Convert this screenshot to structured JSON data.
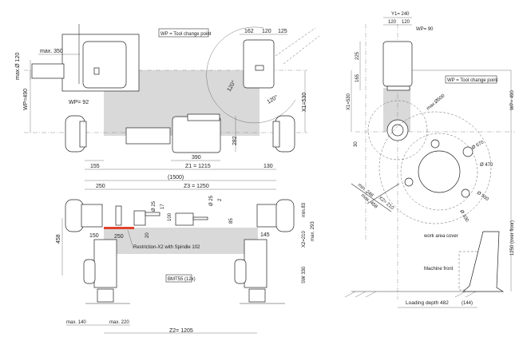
{
  "legend_note": "WP = Tool change point",
  "top_view": {
    "max_350": "max. 350",
    "max_d120": "max.Ø 120",
    "wp_490": "WP=490",
    "wp_92": "WP= 92",
    "d162": "162",
    "d120": "120",
    "d125": "125",
    "ang1": "120°",
    "ang2": "120°",
    "x1": "X1=530",
    "d282": "282",
    "d390": "390",
    "d155": "155",
    "z1": "Z1 = 1215",
    "d130": "130"
  },
  "front_view": {
    "d1500": "(1500)",
    "d250a": "250",
    "z3": "Z3 = 1250",
    "d25a": "Ø 25",
    "d17": "17",
    "d100": "100",
    "d20": "20",
    "d25b": "Ø 25",
    "d2": "2",
    "d85": "85",
    "min83": "min.83",
    "x2": "X2=210",
    "max293": "max. 293",
    "d150": "150",
    "d250b": "250",
    "d145": "145",
    "restriction": "Restriction-X2 with Spindle 102",
    "d458": "458",
    "bmt": "BMT55 (12x)",
    "sw": "SW 330",
    "max140": "max. 140",
    "max220": "max. 220",
    "z2": "Z2= 1205"
  },
  "side_view": {
    "y1": "Y1= 240",
    "d120a": "120",
    "d120b": "120",
    "wp90": "WP= 90",
    "d225": "225",
    "d165": "165",
    "x1": "X1=530",
    "d30": "30",
    "wp490": "WP= 490",
    "max500": "max.Ø500",
    "d670": "Ø 670",
    "d470": "Ø 470",
    "d500": "Ø 500",
    "d330": "Ø 330",
    "min248": "min. 248",
    "max458": "max. 458",
    "x2": "X2= 210",
    "cover": "work area cover",
    "front": "Machine front",
    "height": "1250 (over floor)",
    "loading": "Loading depth 482",
    "d144": "(144)"
  },
  "colors": {
    "work_area": "#d9d9d9",
    "restriction": "#e0442c"
  }
}
